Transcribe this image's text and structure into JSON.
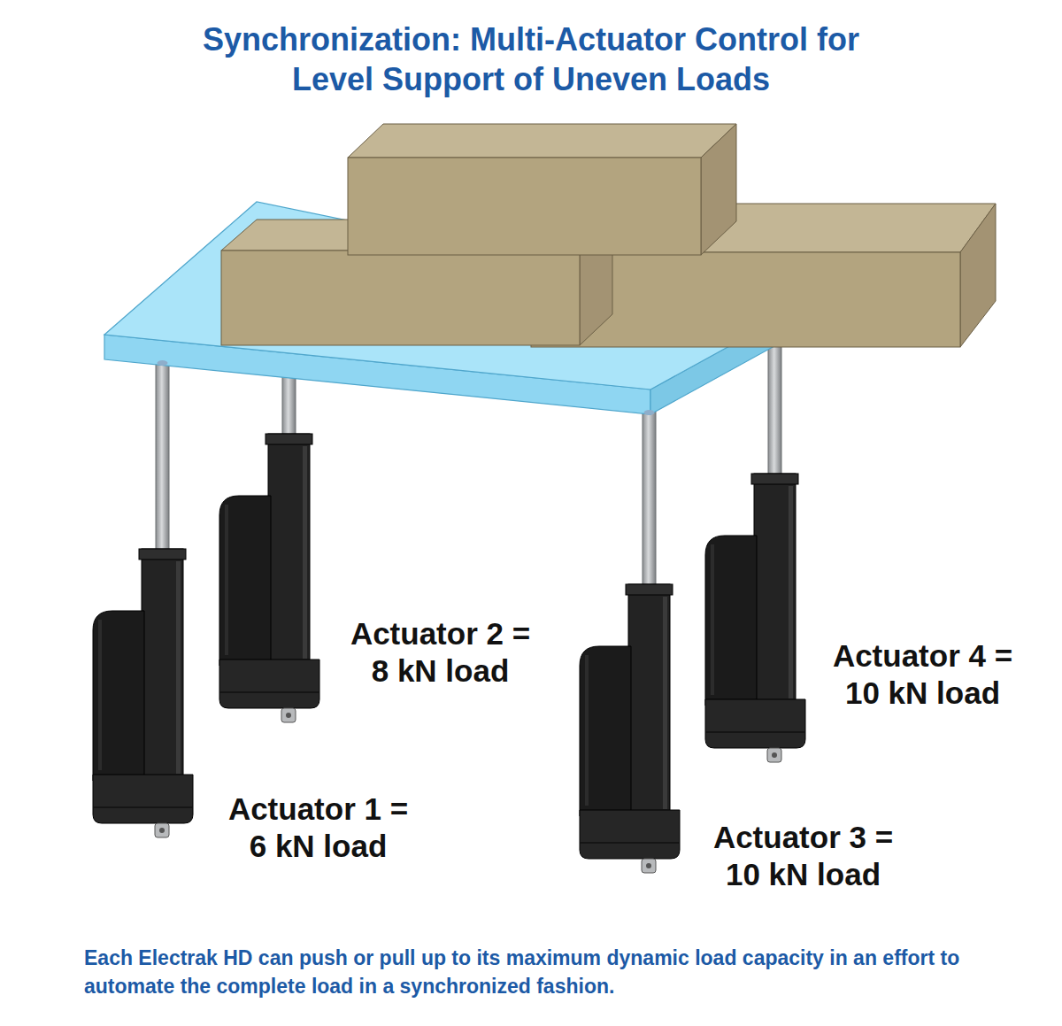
{
  "diagram": {
    "title": "Synchronization: Multi-Actuator Control for Level Support of Uneven Loads",
    "caption": "Each Electrak HD can push or pull up to its maximum dynamic load capacity in an effort to automate the complete load in a synchronized fashion.",
    "labels": [
      "Actuator 2 = 8 kN load",
      "Actuator 4 = 10 kN load",
      "Actuator 1 = 6 kN load",
      "Actuator 3 = 10 kN load"
    ]
  }
}
